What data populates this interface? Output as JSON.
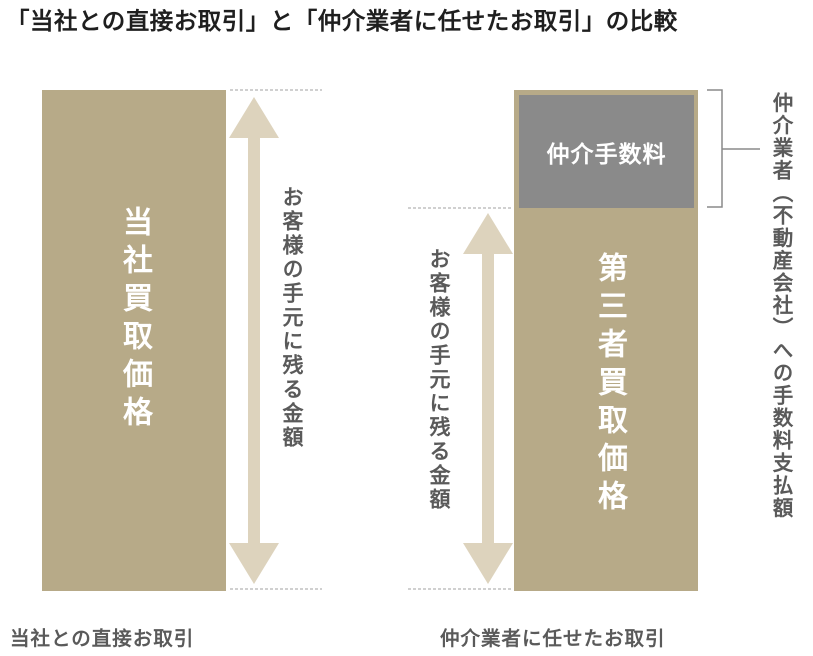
{
  "title": "「当社との直接お取引」と「仲介業者に任せたお取引」の比較",
  "left": {
    "bar_label": "当社買取価格",
    "arrow_label": "お客様の手元に残る金額",
    "caption": "当社との直接お取引"
  },
  "right": {
    "fee_label": "仲介手数料",
    "bar_label": "第三者買取価格",
    "arrow_label": "お客様の手元に残る金額",
    "side_label": "仲介業者（不動産会社）への手数料支払額",
    "caption": "仲介業者に任せたお取引"
  },
  "colors": {
    "bar": "#b7aa88",
    "fee_box": "#8a8a8a",
    "arrow": "#ddd3bd",
    "text_gray": "#5a5a5a"
  }
}
